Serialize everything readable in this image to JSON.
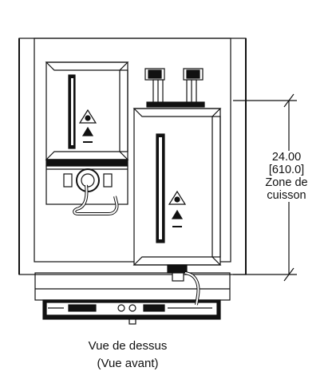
{
  "dimension": {
    "inches": "24.00",
    "millimeters": "[610.0]",
    "label_line1": "Zone de",
    "label_line2": "cuisson"
  },
  "caption": {
    "line1": "Vue de dessus",
    "line2": "(Vue avant)"
  },
  "colors": {
    "line": "#111111",
    "panel_fill": "#ffffff"
  }
}
